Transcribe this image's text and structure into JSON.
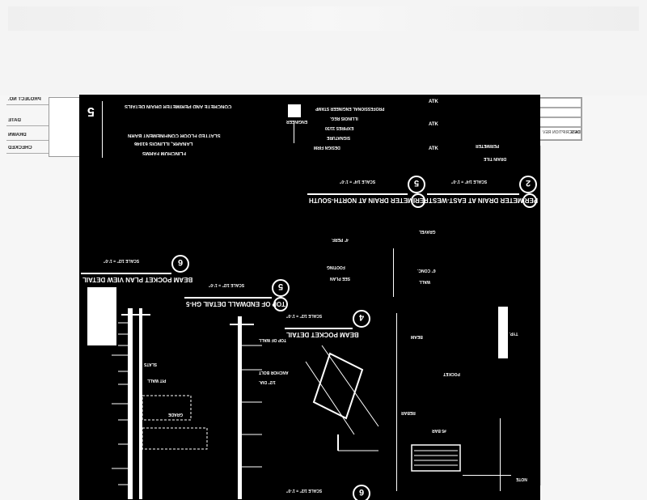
{
  "title_block": {
    "sheet_number": "5",
    "project_line1": "CONCRETE AND PERIMETER DRAIN DETAILS",
    "project_line2": "SLATTED FLOOR CONFINEMENT BARN",
    "project_line3": "LANARK, ILLINOIS 61046",
    "owner": "FLINCHUM FARMS",
    "left_label_1": "PROJECT NO.",
    "left_label_2": "DATE",
    "left_label_3": "DRAWN",
    "left_label_4": "CHECKED",
    "right_label_1": "REV",
    "right_label_2": "DESCRIPTION",
    "right_label_3": "DATE"
  },
  "stamp": {
    "label": "ENGINEER",
    "lines": [
      "PROFESSIONAL ENGINEER STAMP",
      "ILLINOIS REG.",
      "EXPIRES 11/30",
      "SIGNATURE",
      "DESIGN FIRM"
    ]
  },
  "views": [
    {
      "number": "5",
      "title": "PERIMETER DRAIN AT NORTH-SOUTH",
      "scale": "SCALE 1/4\" = 1'-0\""
    },
    {
      "number": "2",
      "title": "PERIMETER DRAIN AT EAST-WEST",
      "scale": "SCALE 1/4\" = 1'-0\""
    },
    {
      "number": "6",
      "title": "BEAM POCKET PLAN VIEW DETAIL",
      "scale": "SCALE 1/2\" = 1'-0\""
    },
    {
      "number": "5",
      "title": "TOP OF ENDWALL DETAIL GH-5",
      "scale": "SCALE 1/2\" = 1'-0\""
    },
    {
      "number": "4",
      "title": "BEAM POCKET DETAIL",
      "scale": "SCALE 1/2\" = 1'-0\""
    },
    {
      "number": "6",
      "title": "",
      "scale": "SCALE 1/2\" = 1'-0\""
    }
  ],
  "notes": [
    "ATK",
    "ATK",
    "ATK",
    "PERIMETER",
    "DRAIN TILE",
    "4\" PERF.",
    "GRAVEL",
    "FOOTING",
    "SEE PLAN",
    "6\" CONC.",
    "WALL",
    "BEAM",
    "POCKET",
    "REBAR",
    "#5 BAR",
    "TYP.",
    "SLATS",
    "PIT WALL",
    "GRADE",
    "TOP OF WALL",
    "ANCHOR BOLT",
    "1/2\" DIA.",
    "NOTE"
  ]
}
